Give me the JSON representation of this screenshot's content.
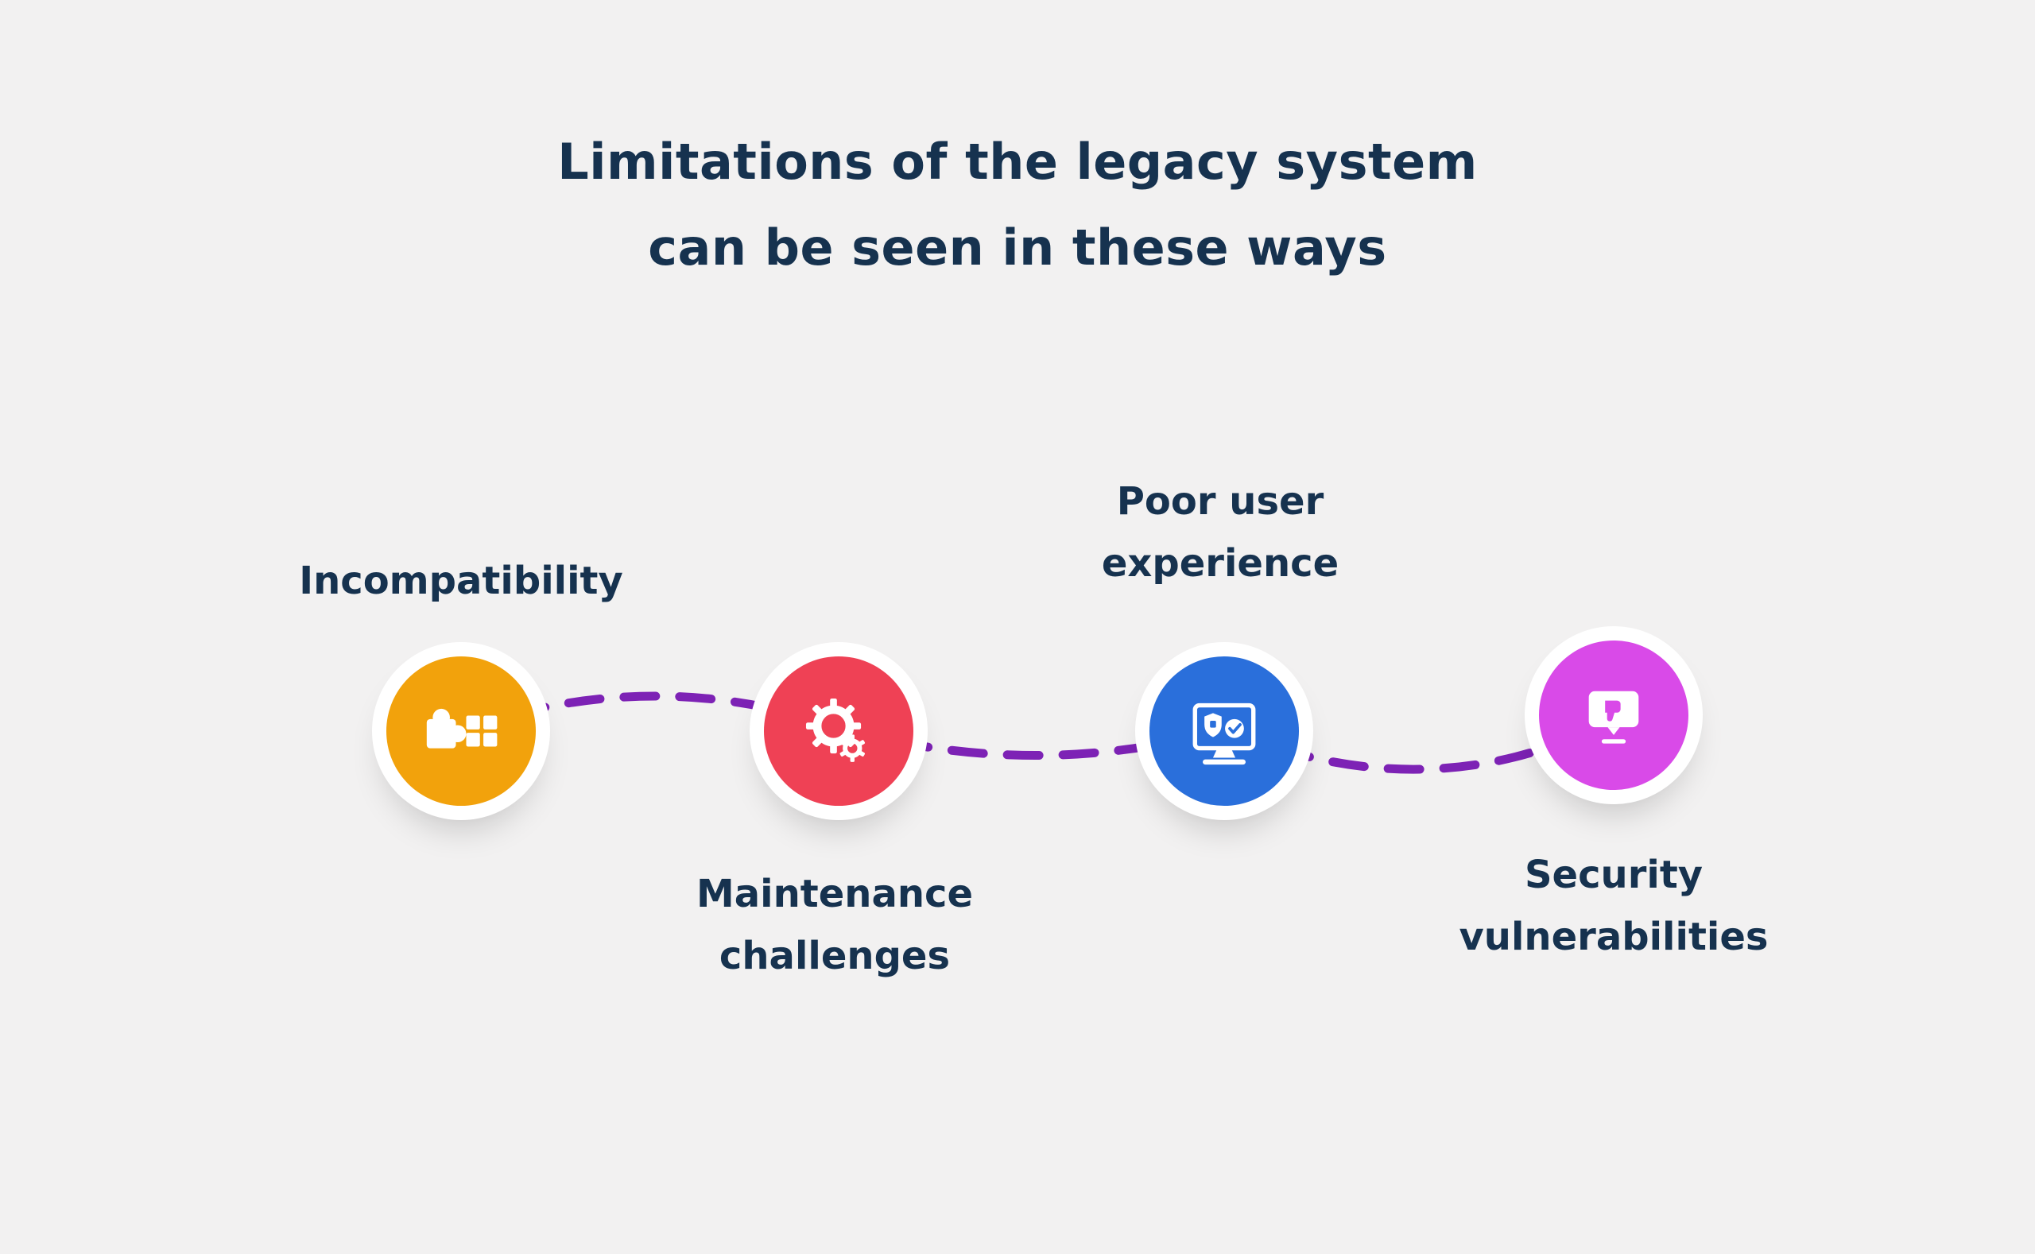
{
  "title": {
    "line1": "Limitations of the legacy system",
    "line2": "can be seen in these ways"
  },
  "items": [
    {
      "id": "incompatibility",
      "label": "Incompatibility",
      "color": "#F2A20C",
      "icon": "puzzle-icon",
      "label_position": "above"
    },
    {
      "id": "maintenance-challenges",
      "label": "Maintenance challenges",
      "color": "#EF4155",
      "icon": "gears-icon",
      "label_position": "below"
    },
    {
      "id": "poor-user-experience",
      "label": "Poor user experience",
      "color": "#2A6FDB",
      "icon": "monitor-shield-icon",
      "label_position": "above"
    },
    {
      "id": "security-vulnerabilities",
      "label": "Security vulnerabilities",
      "color": "#D94AE8",
      "icon": "monitor-thumbs-down-icon",
      "label_position": "below"
    }
  ],
  "connector": {
    "color": "#7D22B5",
    "style": "dashed"
  },
  "colors": {
    "background": "#F2F1F1",
    "text": "#16324F",
    "circle_ring": "#FFFFFF"
  }
}
